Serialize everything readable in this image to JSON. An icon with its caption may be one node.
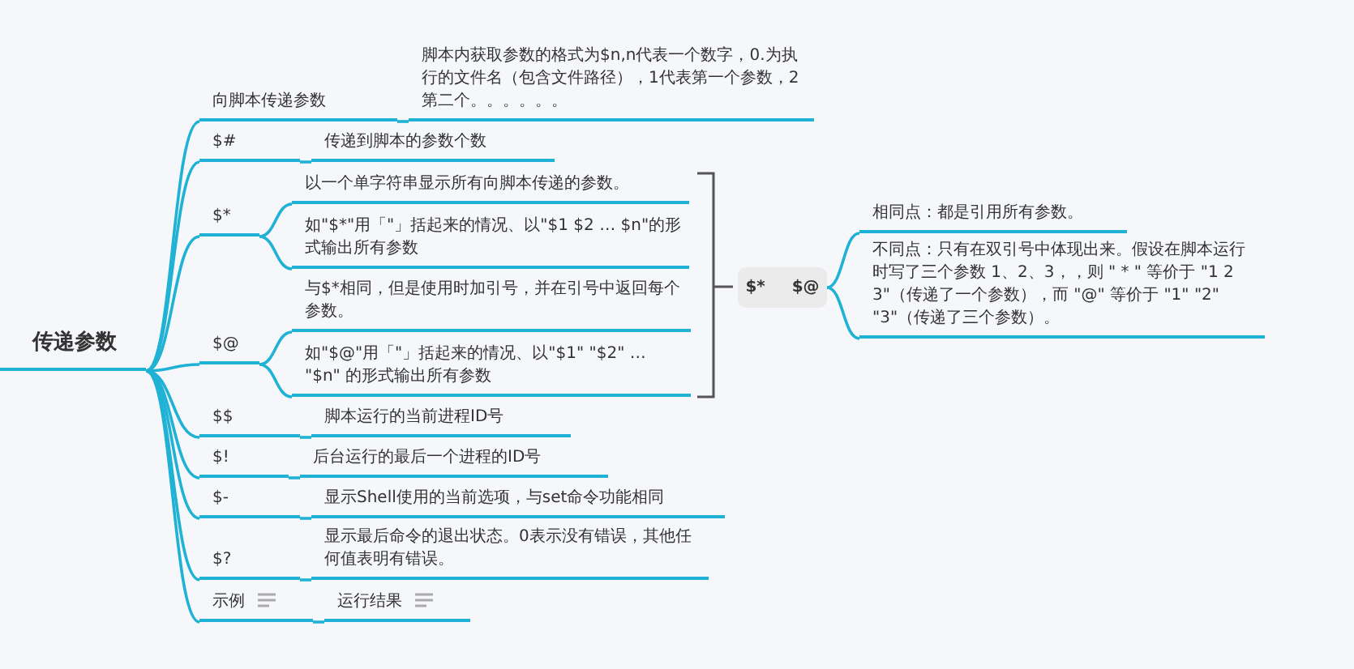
{
  "diagram": {
    "nodes": [
      {
        "text": [
          "传递参数"
        ]
      },
      {
        "text": [
          "向脚本传递参数"
        ]
      },
      {
        "text": [
          "脚本内获取参数的格式为$n,n代表一个数字，0.为执行的文件名（包含文件路径），1代表第一个参数，2第二个。。。。。。"
        ]
      },
      {
        "text": [
          "$#"
        ]
      },
      {
        "text": [
          "传递到脚本的参数个数"
        ]
      },
      {
        "text": [
          "$*"
        ]
      },
      {
        "text": [
          "以一个单字符串显示所有向脚本传递的参数。"
        ]
      },
      {
        "text": [
          "如\"$*\"用「\"」括起来的情况、以\"$1 $2 … $n\"的形式输出所有参数"
        ]
      },
      {
        "text": [
          "$@"
        ]
      },
      {
        "text": [
          "与$*相同，但是使用时加引号，并在引号中返回每个参数。"
        ]
      },
      {
        "text": [
          "如\"$@\"用「\"」括起来的情况、以\"$1\" \"$2\" … \"$n\" 的形式输出所有参数"
        ]
      },
      {
        "text": [
          "$$"
        ]
      },
      {
        "text": [
          "脚本运行的当前进程ID号"
        ]
      },
      {
        "text": [
          "$!"
        ]
      },
      {
        "text": [
          "后台运行的最后一个进程的ID号"
        ]
      },
      {
        "text": [
          "$-"
        ]
      },
      {
        "text": [
          "显示Shell使用的当前选项，与set命令功能相同"
        ]
      },
      {
        "text": [
          "$?"
        ]
      },
      {
        "text": [
          "显示最后命令的退出状态。0表示没有错误，其他任何值表明有错误。"
        ]
      },
      {
        "text": [
          "示例"
        ]
      },
      {
        "text": [
          "运行结果"
        ]
      },
      {
        "text": [
          "$*   $@"
        ]
      },
      {
        "text": [
          "相同点：都是引用所有参数。"
        ]
      },
      {
        "text": [
          "不同点：只有在双引号中体现出来。假设在脚本运行时写了三个参数 1、2、3，，则 \" * \" 等价于 \"1 2 3\"（传递了一个参数），而 \"@\" 等价于 \"1\" \"2\" \"3\"（传递了三个参数）。"
        ]
      }
    ],
    "edges": [
      {
        "from": 0,
        "to": 1,
        "arrow": "none"
      },
      {
        "from": 0,
        "to": 3,
        "arrow": "none"
      },
      {
        "from": 0,
        "to": 5,
        "arrow": "none"
      },
      {
        "from": 0,
        "to": 8,
        "arrow": "none"
      },
      {
        "from": 0,
        "to": 11,
        "arrow": "none"
      },
      {
        "from": 0,
        "to": 13,
        "arrow": "none"
      },
      {
        "from": 0,
        "to": 15,
        "arrow": "none"
      },
      {
        "from": 0,
        "to": 17,
        "arrow": "none"
      },
      {
        "from": 0,
        "to": 19,
        "arrow": "none"
      },
      {
        "from": 1,
        "to": 2,
        "arrow": "none"
      },
      {
        "from": 3,
        "to": 4,
        "arrow": "none"
      },
      {
        "from": 5,
        "to": 6,
        "arrow": "none"
      },
      {
        "from": 5,
        "to": 7,
        "arrow": "none"
      },
      {
        "from": 8,
        "to": 9,
        "arrow": "none"
      },
      {
        "from": 8,
        "to": 10,
        "arrow": "none"
      },
      {
        "from": 11,
        "to": 12,
        "arrow": "none"
      },
      {
        "from": 13,
        "to": 14,
        "arrow": "none"
      },
      {
        "from": 15,
        "to": 16,
        "arrow": "none"
      },
      {
        "from": 17,
        "to": 18,
        "arrow": "none"
      },
      {
        "from": 19,
        "to": 20,
        "arrow": "none"
      },
      {
        "from": 21,
        "to": 22,
        "arrow": "none"
      },
      {
        "from": 21,
        "to": 23,
        "arrow": "none"
      }
    ]
  }
}
